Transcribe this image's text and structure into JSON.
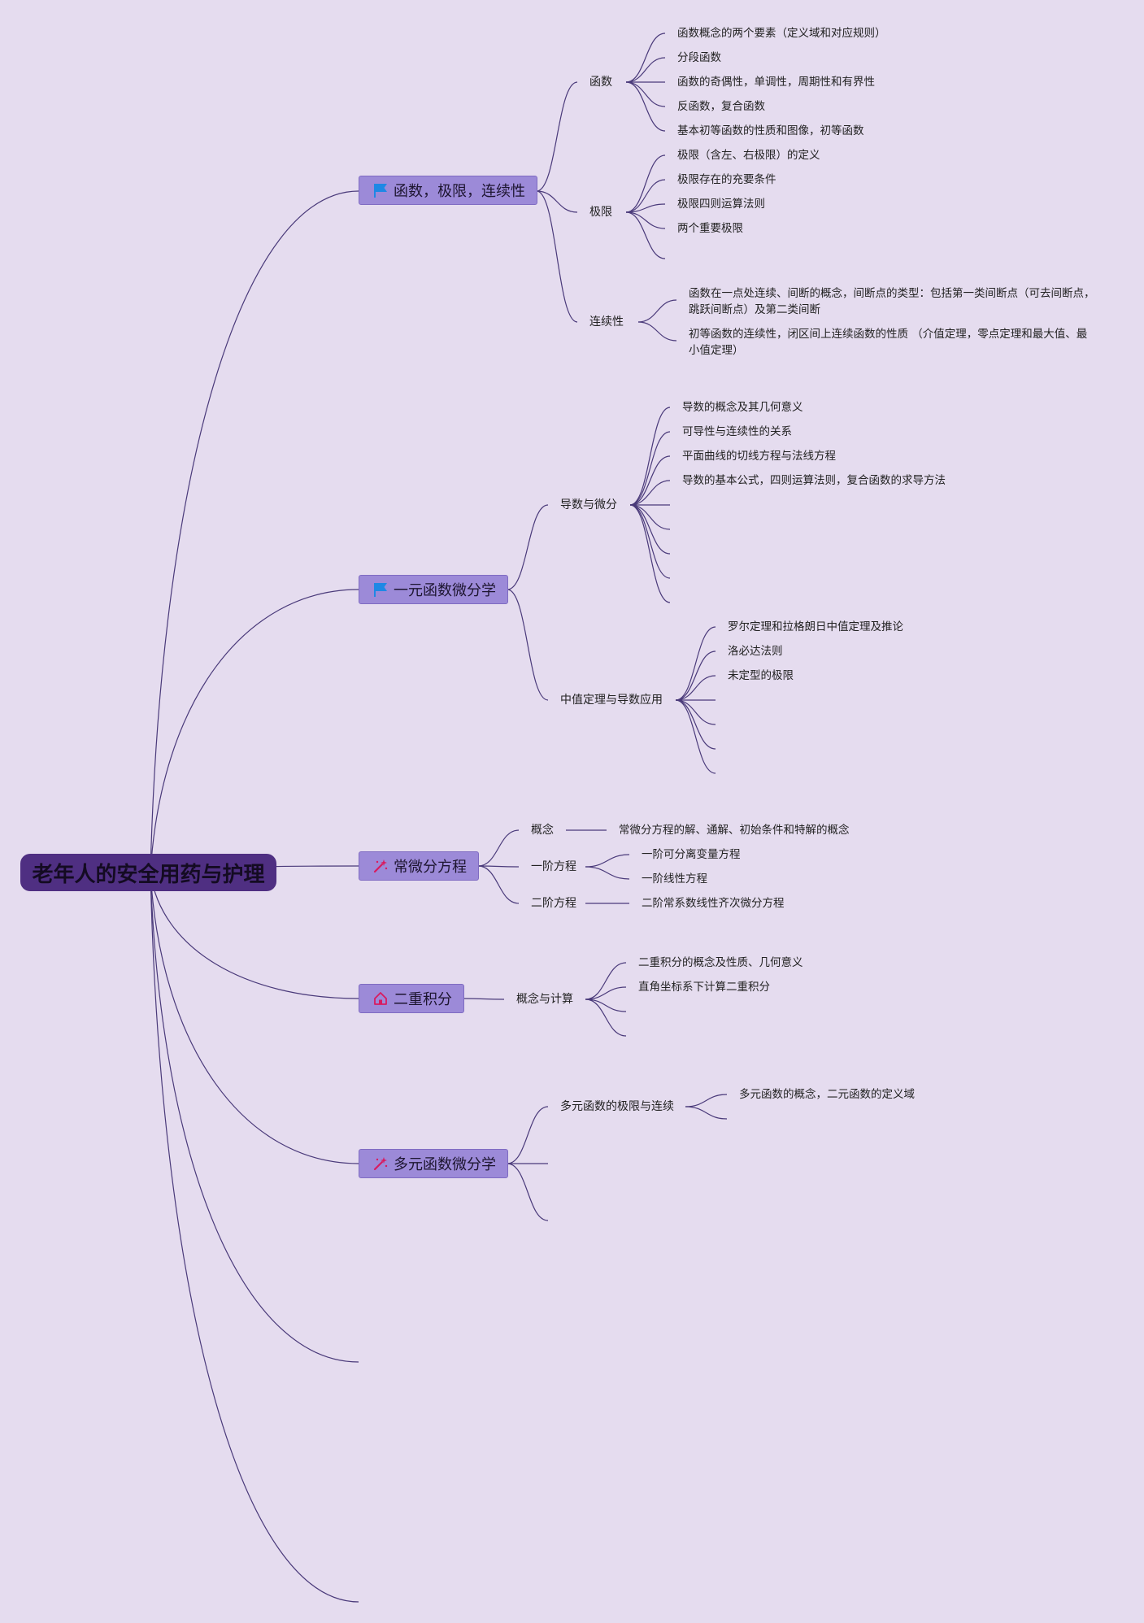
{
  "root": {
    "title": "老年人的安全用药与护理"
  },
  "colors": {
    "background": "#e5dcef",
    "root_fill": "#4f2f82",
    "branch_fill": "#9c8ad8",
    "line": "#4a3a7a",
    "flag_icon": "#1e88e5",
    "wand_icon": "#d81b60",
    "house_icon": "#d81b60"
  },
  "branches": [
    {
      "label": "函数，极限，连续性",
      "icon": "flag-icon",
      "children": [
        {
          "label": "函数",
          "leaves": [
            "函数概念的两个要素（定义域和对应规则）",
            "分段函数",
            "函数的奇偶性，单调性，周期性和有界性",
            "反函数，复合函数",
            "基本初等函数的性质和图像，初等函数"
          ]
        },
        {
          "label": "极限",
          "leaves": [
            "极限（含左、右极限）的定义",
            "极限存在的充要条件",
            "极限四则运算法则",
            "两个重要极限"
          ]
        },
        {
          "label": "连续性",
          "leaves": [
            "函数在一点处连续、间断的概念，间断点的类型：包括第一类间断点（可去间断点，跳跃间断点）及第二类间断",
            "初等函数的连续性，闭区间上连续函数的性质 （介值定理，零点定理和最大值、最小值定理）"
          ]
        }
      ]
    },
    {
      "label": "一元函数微分学",
      "icon": "flag-icon",
      "children": [
        {
          "label": "导数与微分",
          "leaves": [
            "导数的概念及其几何意义",
            "可导性与连续性的关系",
            "平面曲线的切线方程与法线方程",
            "导数的基本公式，四则运算法则，复合函数的求导方法"
          ]
        },
        {
          "label": "中值定理与导数应用",
          "leaves": [
            "罗尔定理和拉格朗日中值定理及推论",
            "洛必达法则",
            "未定型的极限"
          ]
        }
      ]
    },
    {
      "label": "常微分方程",
      "icon": "magic-wand-icon",
      "children": [
        {
          "label": "概念",
          "leaves": [
            "常微分方程的解、通解、初始条件和特解的概念"
          ]
        },
        {
          "label": "一阶方程",
          "leaves": [
            "一阶可分离变量方程",
            "一阶线性方程"
          ]
        },
        {
          "label": "二阶方程",
          "leaves": [
            "二阶常系数线性齐次微分方程"
          ]
        }
      ]
    },
    {
      "label": "二重积分",
      "icon": "house-icon",
      "children": [
        {
          "label": "概念与计算",
          "leaves": [
            "二重积分的概念及性质、几何意义",
            "直角坐标系下计算二重积分"
          ]
        }
      ]
    },
    {
      "label": "多元函数微分学",
      "icon": "magic-wand-icon",
      "children": [
        {
          "label": "多元函数的极限与连续",
          "leaves": [
            "多元函数的概念，二元函数的定义域"
          ]
        }
      ]
    }
  ]
}
